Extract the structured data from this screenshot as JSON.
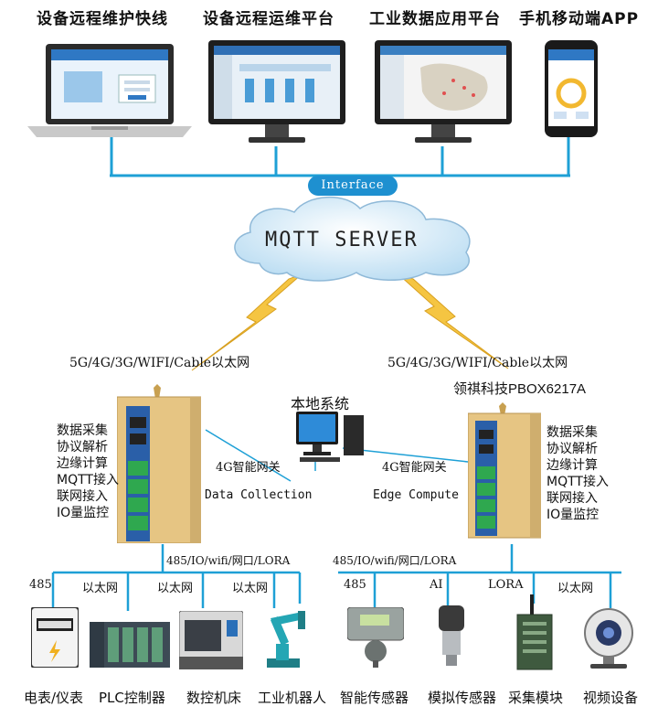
{
  "top_apps": [
    {
      "label": "设备远程维护快线"
    },
    {
      "label": "设备远程运维平台"
    },
    {
      "label": "工业数据应用平台"
    },
    {
      "label": "手机移动端APP"
    }
  ],
  "interface_label": "Interface",
  "server_label": "MQTT SERVER",
  "left_link_label": "5G/4G/3G/WIFI/Cable以太网",
  "right_link_label": "5G/4G/3G/WIFI/Cable以太网",
  "product_name": "领祺科技PBOX6217A",
  "local_system_label": "本地系统",
  "left_gateway": {
    "tag": "4G智能网关",
    "function": "Data Collection",
    "features": [
      "数据采集",
      "协议解析",
      "边缘计算",
      "MQTT接入",
      "联网接入",
      "IO量监控"
    ]
  },
  "right_gateway": {
    "tag": "4G智能网关",
    "function": "Edge Compute",
    "features": [
      "数据采集",
      "协议解析",
      "边缘计算",
      "MQTT接入",
      "联网接入",
      "IO量监控"
    ]
  },
  "left_bus_label": "485/IO/wifi/网口/LORA",
  "right_bus_label": "485/IO/wifi/网口/LORA",
  "port_labels": [
    "485",
    "以太网",
    "以太网",
    "以太网",
    "485",
    "AI",
    "LORA",
    "以太网"
  ],
  "devices": [
    {
      "label": "电表/仪表",
      "icon": "meter-icon"
    },
    {
      "label": "PLC控制器",
      "icon": "plc-icon"
    },
    {
      "label": "数控机床",
      "icon": "cnc-icon"
    },
    {
      "label": "工业机器人",
      "icon": "robot-arm-icon"
    },
    {
      "label": "智能传感器",
      "icon": "smart-sensor-icon"
    },
    {
      "label": "模拟传感器",
      "icon": "pressure-sensor-icon"
    },
    {
      "label": "采集模块",
      "icon": "collector-icon"
    },
    {
      "label": "视频设备",
      "icon": "webcam-icon"
    }
  ],
  "colors": {
    "line": "#1ea0d6",
    "lightning": "#f5c542",
    "gateway": "#e8c98a",
    "cloud": "#d6eaf7"
  }
}
